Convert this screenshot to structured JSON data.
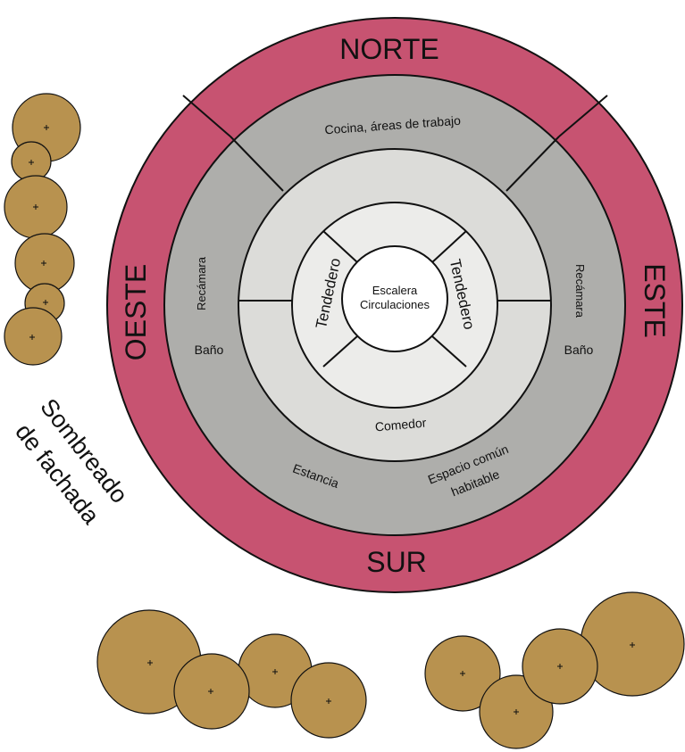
{
  "colors": {
    "orientation_ring": "#C75371",
    "middle_ring": "#AEAEAB",
    "inner_ring": "#DCDCD9",
    "core_ring": "#ECECEA",
    "center": "#FFFFFF",
    "trees": "#B8924F",
    "stroke": "#111111"
  },
  "orientation": {
    "north": "NORTE",
    "south": "SUR",
    "east": "ESTE",
    "west": "OESTE"
  },
  "zones": {
    "north": "Cocina, áreas de trabajo",
    "west_bedroom": "Recámara",
    "west_bath": "Baño",
    "east_bedroom": "Recámara",
    "east_bath": "Baño",
    "south_living": "Estancia",
    "south_common_line1": "Espacio común",
    "south_common_line2": "habitable",
    "dining": "Comedor",
    "drying_left": "Tendedero",
    "drying_right": "Tendedero",
    "center_line1": "Escalera",
    "center_line2": "Circulaciones"
  },
  "facade_shading": {
    "line1": "Sombreado",
    "line2": "de fachada"
  }
}
